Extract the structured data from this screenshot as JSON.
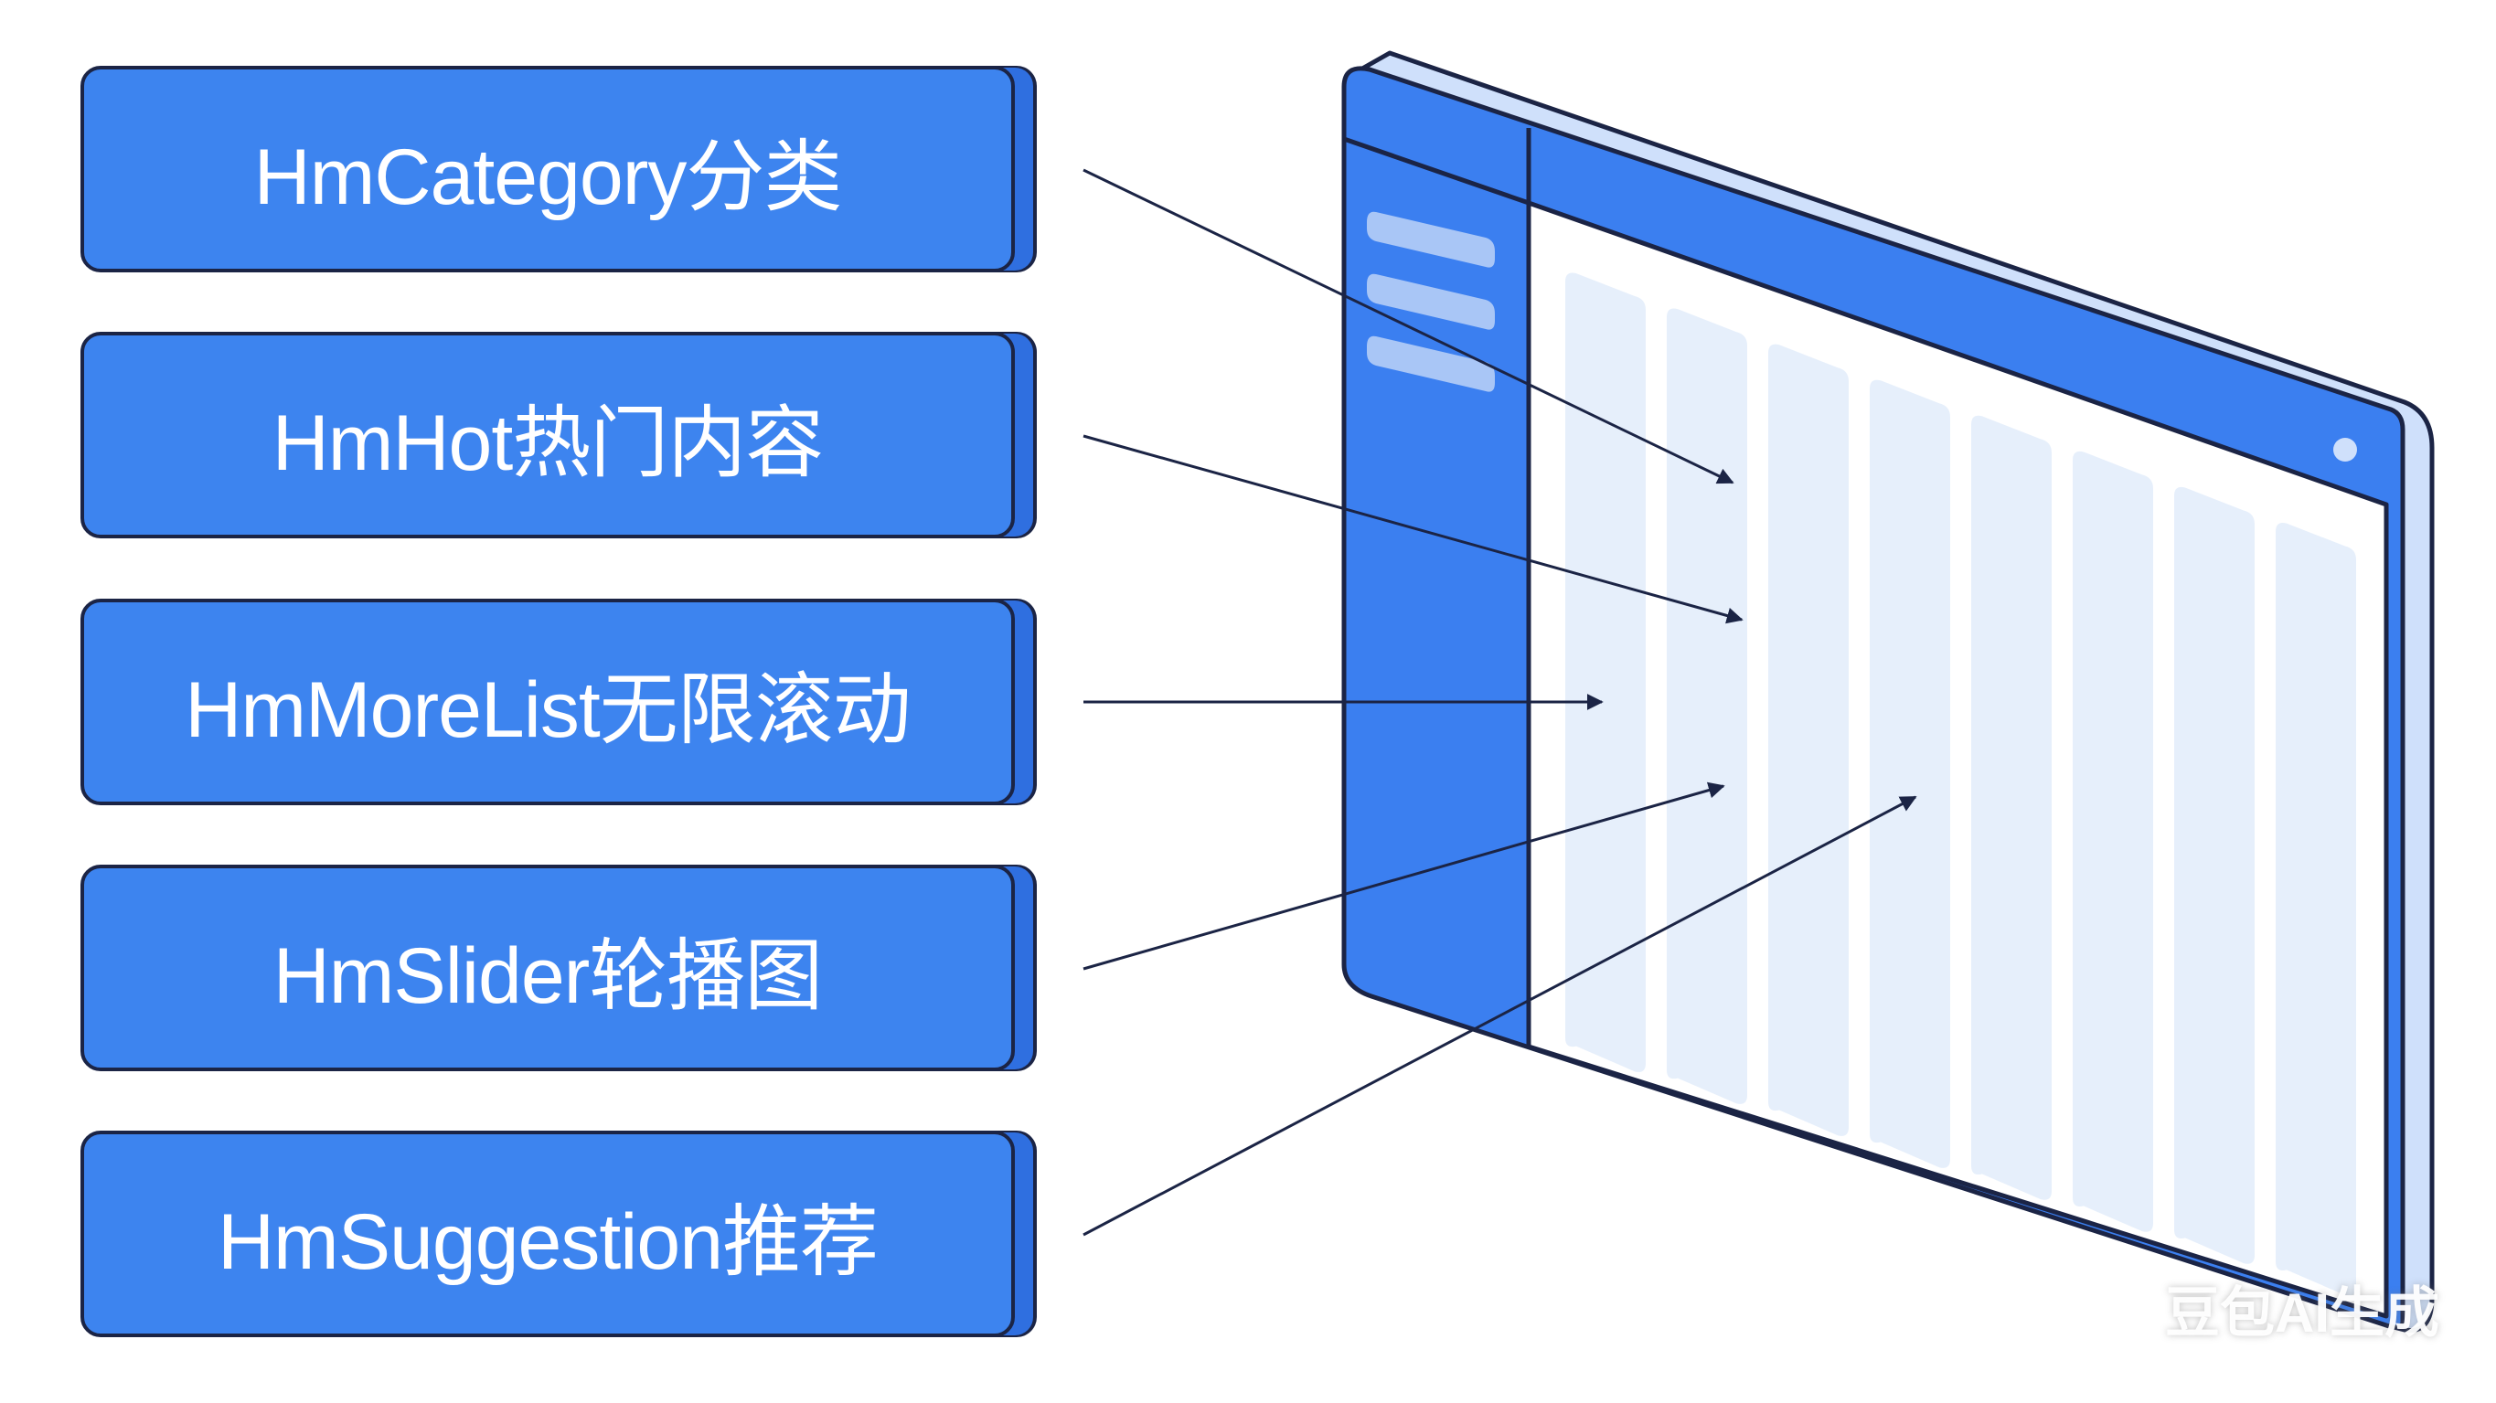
{
  "components": [
    {
      "label": "HmCategory分类"
    },
    {
      "label": "HmHot热门内容"
    },
    {
      "label": "HmMoreList无限滚动"
    },
    {
      "label": "HmSlider轮播图"
    },
    {
      "label": "HmSuggestion推荐"
    }
  ],
  "watermark": "豆包AI生成",
  "colors": {
    "box_fill": "#3d84ef",
    "outline": "#1b2445",
    "window_frame": "#3b7ff0",
    "content_bg": "#ffffff",
    "column_fill": "#e6effb",
    "arrow": "#1b2445"
  }
}
